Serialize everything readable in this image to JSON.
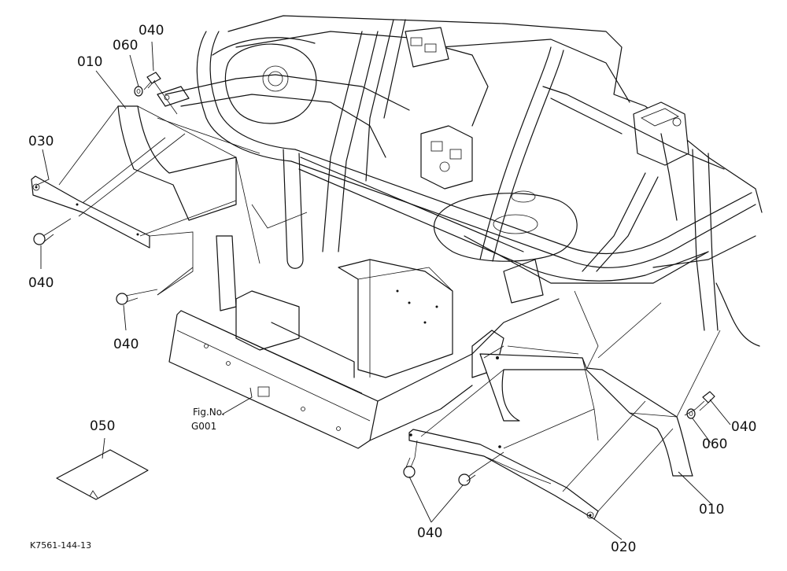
{
  "callouts": {
    "c010_top": "010",
    "c060_top": "060",
    "c040_top": "040",
    "c030": "030",
    "c040_left": "040",
    "c040_mid": "040",
    "c050": "050",
    "c040_right": "040",
    "c060_right": "060",
    "c010_right": "010",
    "c040_bottom": "040",
    "c020": "020"
  },
  "figure_ref": {
    "line1": "Fig.No.",
    "line2": "G001"
  },
  "drawing_code": "K7561-144-13"
}
